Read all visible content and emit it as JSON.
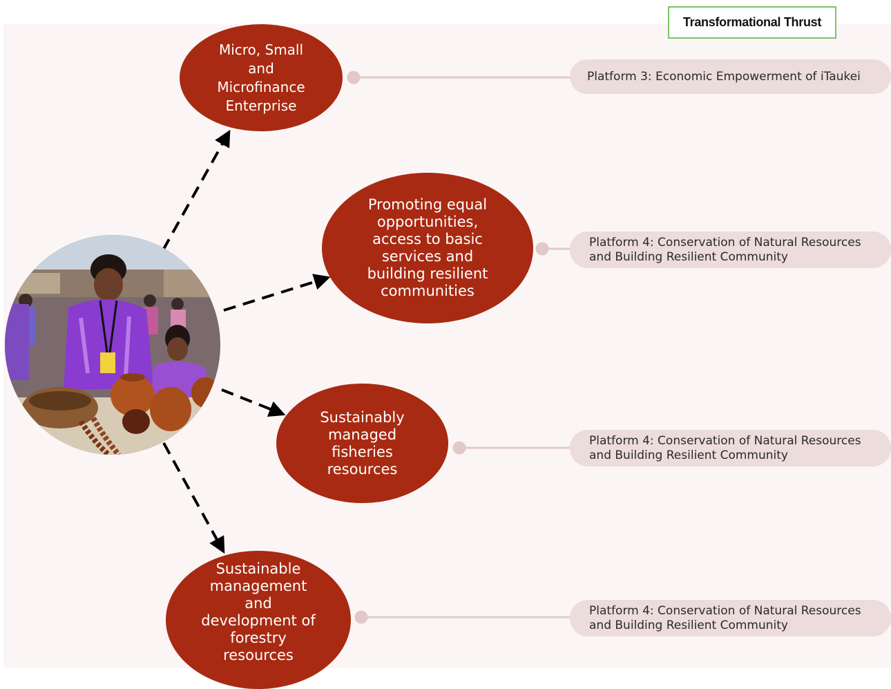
{
  "header": {
    "label": "Transformational Thrust"
  },
  "center_image": {
    "alt": "Women at a handicraft market stall with clay pots"
  },
  "outcomes": [
    {
      "lines": [
        "Micro, Small",
        "and",
        "Microfinance",
        "Enterprise"
      ],
      "platform_lines": [
        "Platform 3: Economic Empowerment of iTaukei"
      ]
    },
    {
      "lines": [
        "Promoting equal",
        "opportunities,",
        "access to basic",
        "services and",
        "building resilient",
        "communities"
      ],
      "platform_lines": [
        "Platform 4: Conservation of Natural Resources",
        "and Building Resilient Community"
      ]
    },
    {
      "lines": [
        "Sustainably",
        "managed",
        "fisheries",
        "resources"
      ],
      "platform_lines": [
        "Platform 4: Conservation of Natural Resources",
        "and Building Resilient Community"
      ]
    },
    {
      "lines": [
        "Sustainable",
        "management",
        "and",
        "development of",
        "forestry",
        "resources"
      ],
      "platform_lines": [
        "Platform 4: Conservation of Natural Resources",
        "and Building Resilient Community"
      ]
    }
  ],
  "colors": {
    "ellipse_fill": "#a82a12",
    "platform_fill": "#ecdcdb",
    "header_border": "#7cc26a",
    "background_panel": "#fbf6f5",
    "connector": "#e2c9c8",
    "arrow": "#000000"
  }
}
